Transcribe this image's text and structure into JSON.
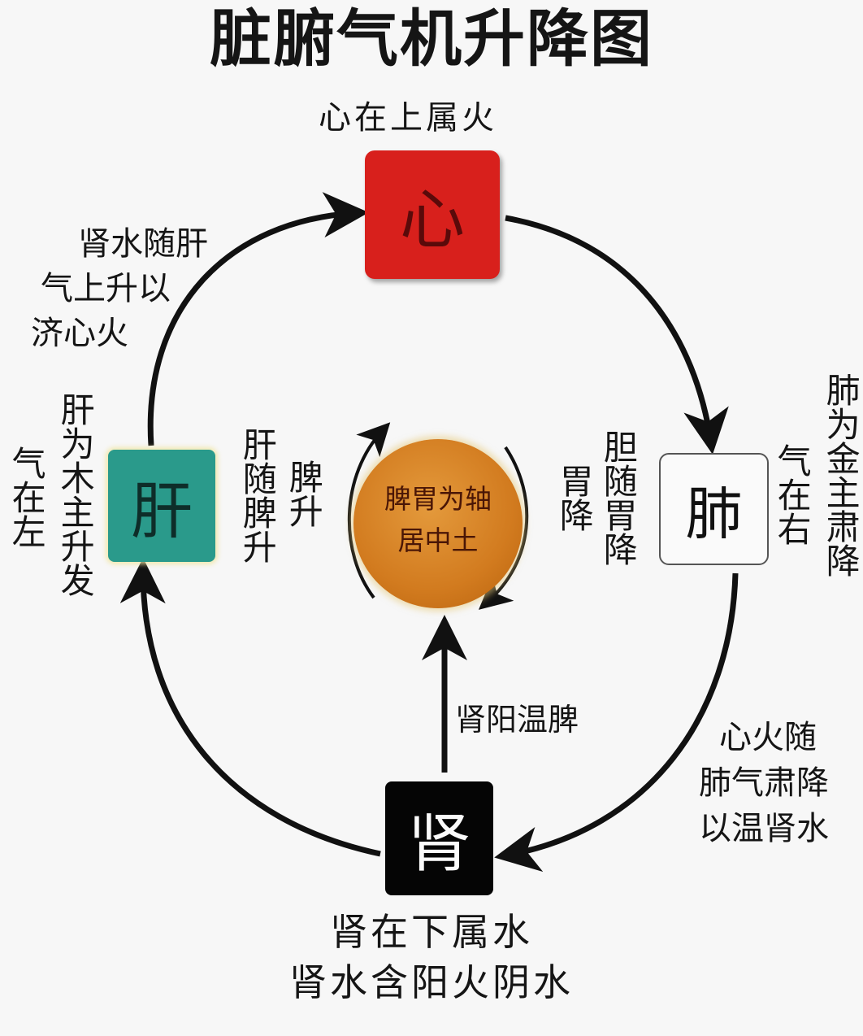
{
  "title": "脏腑气机升降图",
  "organs": {
    "heart": {
      "label": "心",
      "caption": "心在上属火",
      "color": "#d8201c"
    },
    "liver": {
      "label": "肝",
      "color": "#2a9a8b"
    },
    "lung": {
      "label": "肺"
    },
    "kidney": {
      "label": "肾",
      "caption_line1": "肾在下属水",
      "caption_line2": "肾水含阳火阴水",
      "color": "#050505"
    }
  },
  "center": {
    "line1": "脾胃为轴",
    "line2": "居中土",
    "color": "#d27b1f"
  },
  "annotations": {
    "kidney_water_line1": "肾水随肝",
    "kidney_water_line2": "气上升以",
    "kidney_water_line3": "济心火",
    "liver_col1": "肝为木主升发",
    "liver_col2": "气在左",
    "liver_spleen_col1": "肝随脾升",
    "liver_spleen_col2": "脾升",
    "gall_col1": "胆随胃降",
    "gall_col2": "胃降",
    "lung_col1": "肺为金主肃降",
    "lung_col2": "气在右",
    "kidney_yang": "肾阳温脾",
    "heart_fire_line1": "心火随",
    "heart_fire_line2": "肺气肃降",
    "heart_fire_line3": "以温肾水"
  }
}
